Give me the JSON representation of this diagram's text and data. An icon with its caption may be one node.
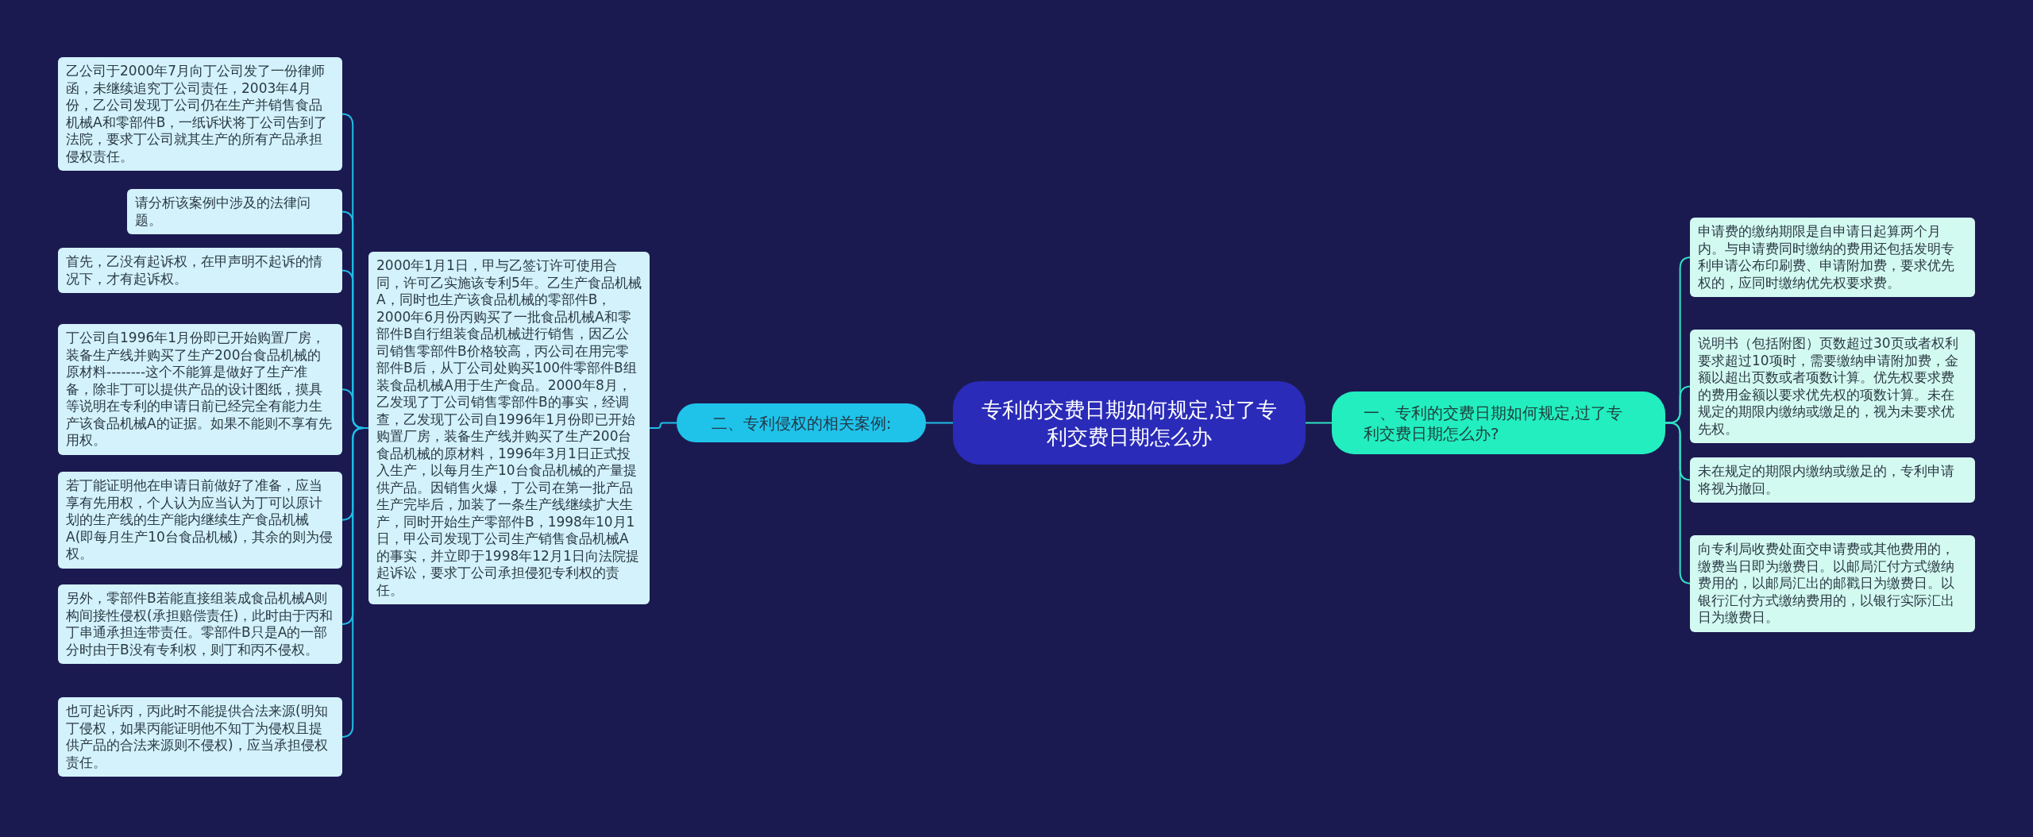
{
  "diagram": {
    "nodes": [
      {
        "text": [
          "专利的交费日期如何规定,过了专利交费日期怎么办"
        ]
      },
      {
        "text": [
          "二、专利侵权的相关案例:"
        ]
      },
      {
        "text": [
          "2000年1月1日，甲与乙签订许可使用合同，许可乙实施该专利5年。乙生产食品机械A，同时也生产该食品机械的零部件B，2000年6月份丙购买了一批食品机械A和零部件B自行组装食品机械进行销售，因乙公司销售零部件B价格较高，丙公司在用完零部件B后，从丁公司处购买100件零部件B组装食品机械A用于生产食品。2000年8月，乙发现了丁公司销售零部件B的事实，经调查，乙发现丁公司自1996年1月份即已开始购置厂房，装备生产线并购买了生产200台食品机械的原材料，1996年3月1日正式投入生产，以每月生产10台食品机械的产量提供产品。因销售火爆，丁公司在第一批产品生产完毕后，加装了一条生产线继续扩大生产，同时开始生产零部件B，1998年10月1日，甲公司发现丁公司生产销售食品机械A的事实，并立即于1998年12月1日向法院提起诉讼，要求丁公司承担侵犯专利权的责任。"
        ]
      },
      {
        "text": [
          "乙公司于2000年7月向丁公司发了一份律师函，未继续追究丁公司责任，2003年4月份，乙公司发现丁公司仍在生产并销售食品机械A和零部件B，一纸诉状将丁公司告到了法院，要求丁公司就其生产的所有产品承担侵权责任。"
        ]
      },
      {
        "text": [
          "请分析该案例中涉及的法律问题。"
        ]
      },
      {
        "text": [
          "首先，乙没有起诉权，在甲声明不起诉的情况下，才有起诉权。"
        ]
      },
      {
        "text": [
          "丁公司自1996年1月份即已开始购置厂房，装备生产线并购买了生产200台食品机械的原材料--------这个不能算是做好了生产准备，除非丁可以提供产品的设计图纸，摸具等说明在专利的申请日前已经完全有能力生产该食品机械A的证据。如果不能则不享有先用权。"
        ]
      },
      {
        "text": [
          "若丁能证明他在申请日前做好了准备，应当享有先用权，个人认为应当认为丁可以原计划的生产线的生产能内继续生产食品机械A(即每月生产10台食品机械)，其余的则为侵权。"
        ]
      },
      {
        "text": [
          "另外，零部件B若能直接组装成食品机械A则构间接性侵权(承担赔偿责任)，此时由于丙和丁串通承担连带责任。零部件B只是A的一部分时由于B没有专利权，则丁和丙不侵权。"
        ]
      },
      {
        "text": [
          "也可起诉丙，丙此时不能提供合法来源(明知丁侵权，如果丙能证明他不知丁为侵权且提供产品的合法来源则不侵权)，应当承担侵权责任。"
        ]
      },
      {
        "text": [
          "一、专利的交费日期如何规定,过了专利交费日期怎么办?"
        ]
      },
      {
        "text": [
          "申请费的缴纳期限是自申请日起算两个月内。与申请费同时缴纳的费用还包括发明专利申请公布印刷费、申请附加费，要求优先权的，应同时缴纳优先权要求费。"
        ]
      },
      {
        "text": [
          "说明书（包括附图）页数超过30页或者权利要求超过10项时，需要缴纳申请附加费，金额以超出页数或者项数计算。优先权要求费的费用金额以要求优先权的项数计算。未在规定的期限内缴纳或缴足的，视为未要求优先权。"
        ]
      },
      {
        "text": [
          "未在规定的期限内缴纳或缴足的，专利申请将视为撤回。"
        ]
      },
      {
        "text": [
          "向专利局收费处面交申请费或其他费用的，缴费当日即为缴费日。以邮局汇付方式缴纳费用的，以邮局汇出的邮戳日为缴费日。以银行汇付方式缴纳费用的，以银行实际汇出日为缴费日。"
        ]
      }
    ],
    "edges": [
      {
        "from": 0,
        "to": 1,
        "arrow": "none"
      },
      {
        "from": 1,
        "to": 2,
        "arrow": "none"
      },
      {
        "from": 2,
        "to": 3,
        "arrow": "none"
      },
      {
        "from": 2,
        "to": 4,
        "arrow": "none"
      },
      {
        "from": 2,
        "to": 5,
        "arrow": "none"
      },
      {
        "from": 2,
        "to": 6,
        "arrow": "none"
      },
      {
        "from": 2,
        "to": 7,
        "arrow": "none"
      },
      {
        "from": 2,
        "to": 8,
        "arrow": "none"
      },
      {
        "from": 2,
        "to": 9,
        "arrow": "none"
      },
      {
        "from": 0,
        "to": 10,
        "arrow": "none"
      },
      {
        "from": 10,
        "to": 11,
        "arrow": "none"
      },
      {
        "from": 10,
        "to": 12,
        "arrow": "none"
      },
      {
        "from": 10,
        "to": 13,
        "arrow": "none"
      },
      {
        "from": 10,
        "to": 14,
        "arrow": "none"
      }
    ]
  }
}
